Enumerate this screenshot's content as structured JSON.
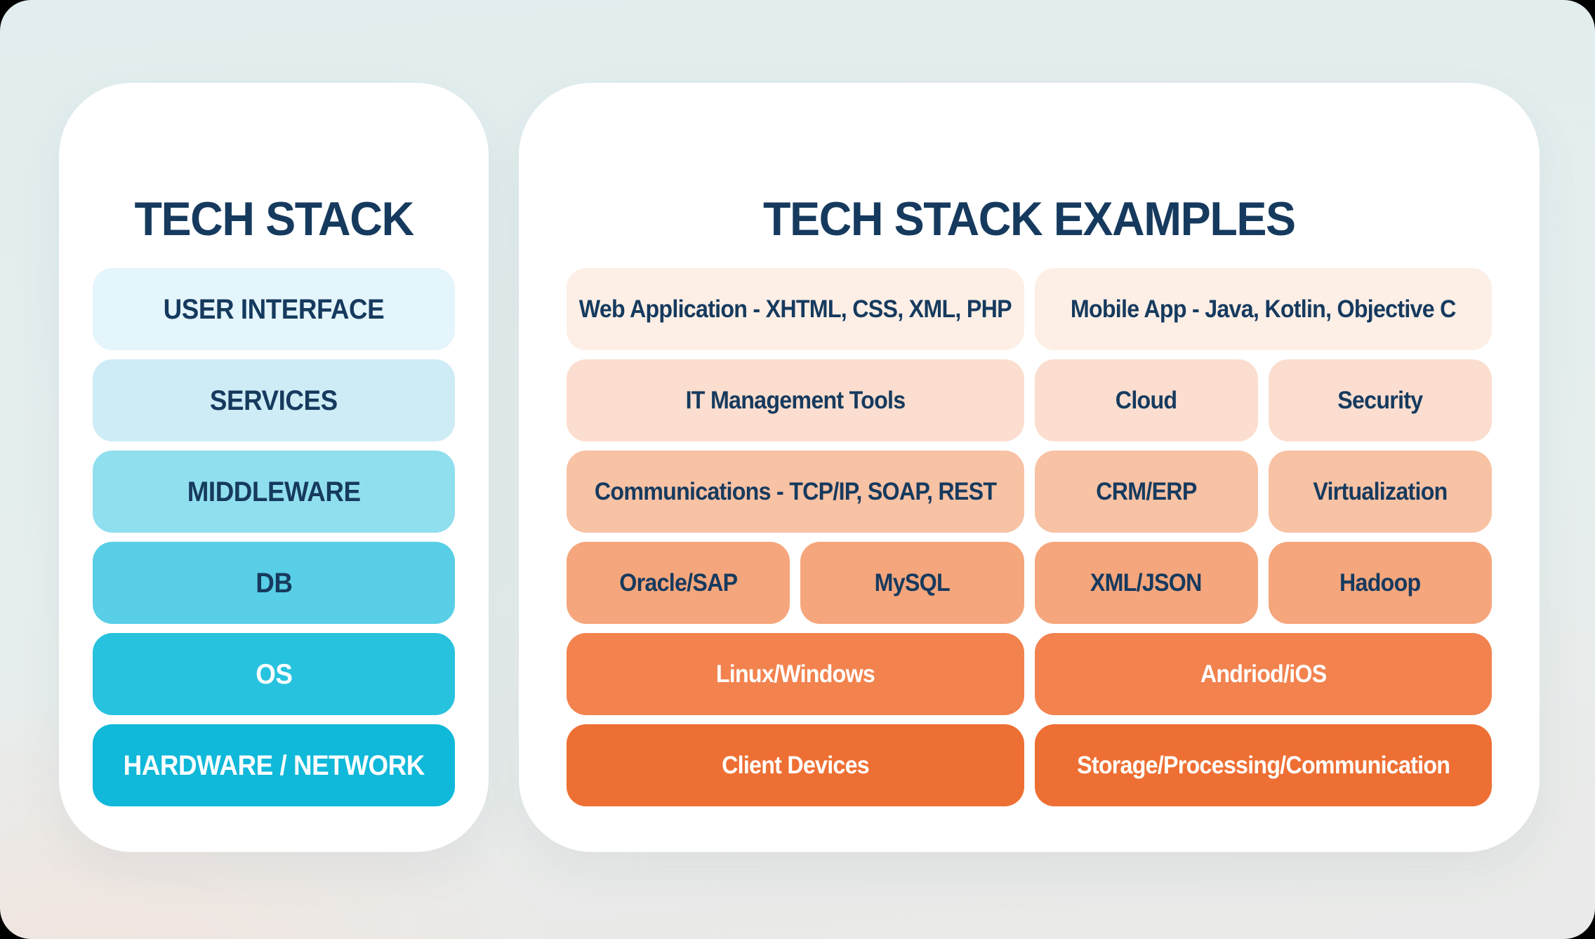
{
  "left_panel": {
    "title": "TECH STACK",
    "layers": [
      {
        "label": "USER INTERFACE",
        "color": "#e4f5fb",
        "text_color": "#163a5e"
      },
      {
        "label": "SERVICES",
        "color": "#ceecf6",
        "text_color": "#163a5e"
      },
      {
        "label": "MIDDLEWARE",
        "color": "#90dfee",
        "text_color": "#163a5e"
      },
      {
        "label": "DB",
        "color": "#58cfe6",
        "text_color": "#163a5e"
      },
      {
        "label": "OS",
        "color": "#27c2de",
        "text_color": "#ffffff"
      },
      {
        "label": "HARDWARE / NETWORK",
        "color": "#10b8d9",
        "text_color": "#ffffff"
      }
    ]
  },
  "right_panel": {
    "title": "TECH STACK EXAMPLES",
    "rows": [
      {
        "color": "#fdefe6",
        "text_color": "#163a5e",
        "cells": [
          {
            "label": "Web Application - XHTML, CSS, XML, PHP"
          },
          {
            "label": "Mobile App - Java, Kotlin, Objective C"
          }
        ]
      },
      {
        "color": "#fbdecf",
        "text_color": "#163a5e",
        "cells": [
          {
            "label": "IT Management Tools"
          },
          {
            "label": "Cloud"
          },
          {
            "label": "Security"
          }
        ]
      },
      {
        "color": "#f8c2a4",
        "text_color": "#163a5e",
        "cells": [
          {
            "label": "Communications - TCP/IP, SOAP, REST"
          },
          {
            "label": "CRM/ERP"
          },
          {
            "label": "Virtualization"
          }
        ]
      },
      {
        "color": "#f5a67c",
        "text_color": "#163a5e",
        "cells": [
          {
            "label": "Oracle/SAP"
          },
          {
            "label": "MySQL"
          },
          {
            "label": "XML/JSON"
          },
          {
            "label": "Hadoop"
          }
        ]
      },
      {
        "color": "#f2824e",
        "text_color": "#ffffff",
        "cells": [
          {
            "label": "Linux/Windows"
          },
          {
            "label": "Andriod/iOS"
          }
        ]
      },
      {
        "color": "#ee6f33",
        "text_color": "#ffffff",
        "cells": [
          {
            "label": "Client Devices"
          },
          {
            "label": "Storage/Processing/Communication"
          }
        ]
      }
    ]
  },
  "colors": {
    "title_text": "#163a5e",
    "panel_background": "#ffffff",
    "light_text": "#ffffff",
    "page_corner_background": "#000000"
  }
}
